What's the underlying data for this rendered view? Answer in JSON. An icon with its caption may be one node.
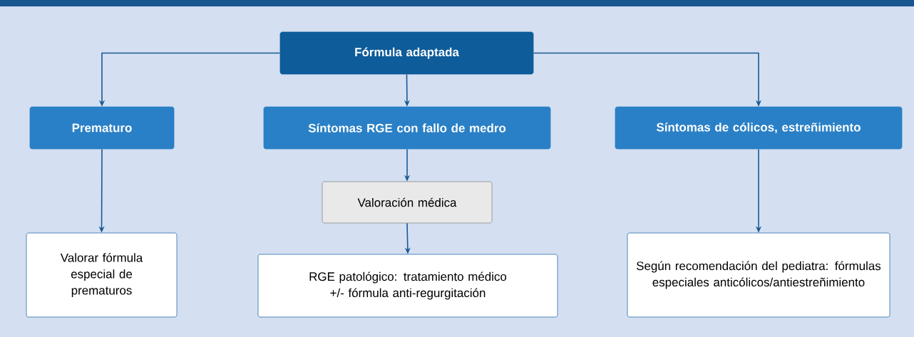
{
  "diagram": {
    "nodes": [
      {
        "text": [
          "Fórmula adaptada"
        ]
      },
      {
        "text": [
          "Prematuro"
        ]
      },
      {
        "text": [
          "Síntomas RGE con fallo de medro"
        ]
      },
      {
        "text": [
          "Síntomas de cólicos, estreñimiento"
        ]
      },
      {
        "text": [
          "Valoración médica"
        ]
      },
      {
        "text": [
          "Valorar fórmula especial de prematuros"
        ]
      },
      {
        "text": [
          "RGE patológico: tratamiento médico +/- fórmula anti-regurgitación"
        ]
      },
      {
        "text": [
          "Según recomendación del pediatra: fórmulas especiales anticólicos/antiestreñimiento"
        ]
      }
    ],
    "edges": [
      {
        "from": 0,
        "to": 1,
        "arrow": "to"
      },
      {
        "from": 0,
        "to": 2,
        "arrow": "to"
      },
      {
        "from": 0,
        "to": 3,
        "arrow": "to"
      },
      {
        "from": 1,
        "to": 5,
        "arrow": "to"
      },
      {
        "from": 2,
        "to": 4,
        "arrow": "to"
      },
      {
        "from": 4,
        "to": 6,
        "arrow": "to"
      },
      {
        "from": 3,
        "to": 7,
        "arrow": "to"
      }
    ]
  }
}
